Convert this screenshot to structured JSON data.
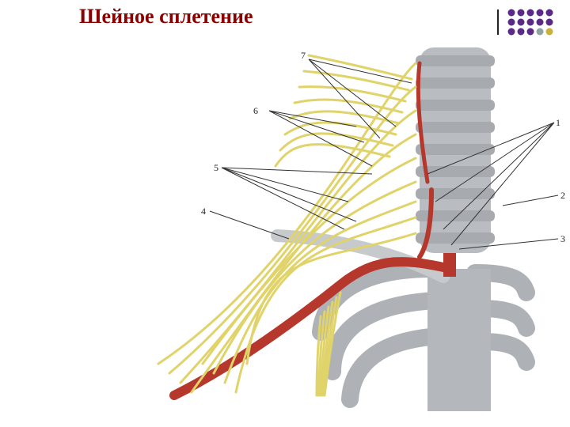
{
  "slide": {
    "title": "Шейное сплетение"
  },
  "logo": {
    "dot_colors": [
      "#5b2a86",
      "#5b2a86",
      "#5b2a86",
      "#5b2a86",
      "#8fa3a3",
      "#c9b23a"
    ]
  },
  "figure": {
    "labels": [
      "1",
      "2",
      "3",
      "4",
      "5",
      "6",
      "7"
    ],
    "colors": {
      "bone": "#b9bcc0",
      "nerve": "#e0d36a",
      "artery": "#b6372c"
    }
  }
}
